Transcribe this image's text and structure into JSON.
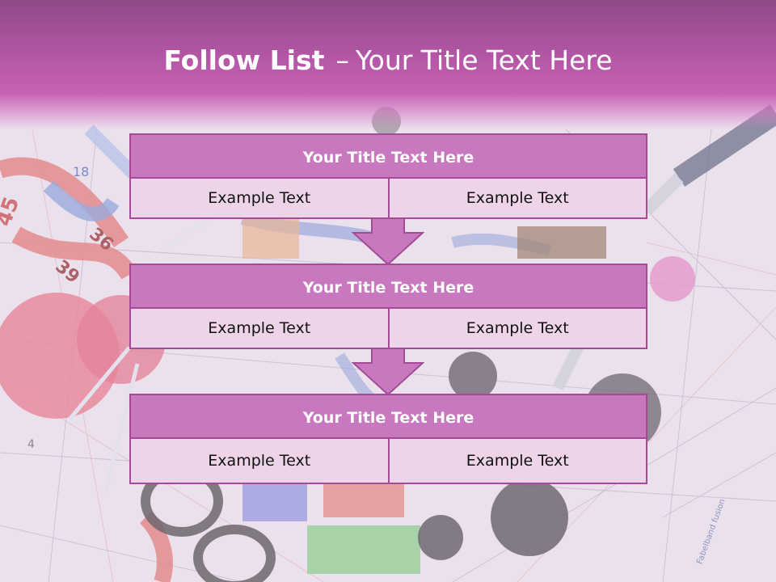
{
  "slide": {
    "title_bold": "Follow List",
    "title_dash": "–",
    "title_rest": "Your Title Text Here"
  },
  "blocks": [
    {
      "title": "Your Title Text Here",
      "left": "Example Text",
      "right": "Example Text"
    },
    {
      "title": "Your Title Text Here",
      "left": "Example Text",
      "right": "Example Text"
    },
    {
      "title": "Your Title Text Here",
      "left": "Example Text",
      "right": "Example Text"
    }
  ],
  "background_image_text": [
    "45",
    "18",
    "36",
    "39",
    "4",
    "Fabelband fusion"
  ],
  "colors": {
    "header": "#b556a6",
    "block_title": "#c878be",
    "block_cell": "#eed4e8",
    "border": "#a54b95",
    "arrow": "#c878be"
  }
}
